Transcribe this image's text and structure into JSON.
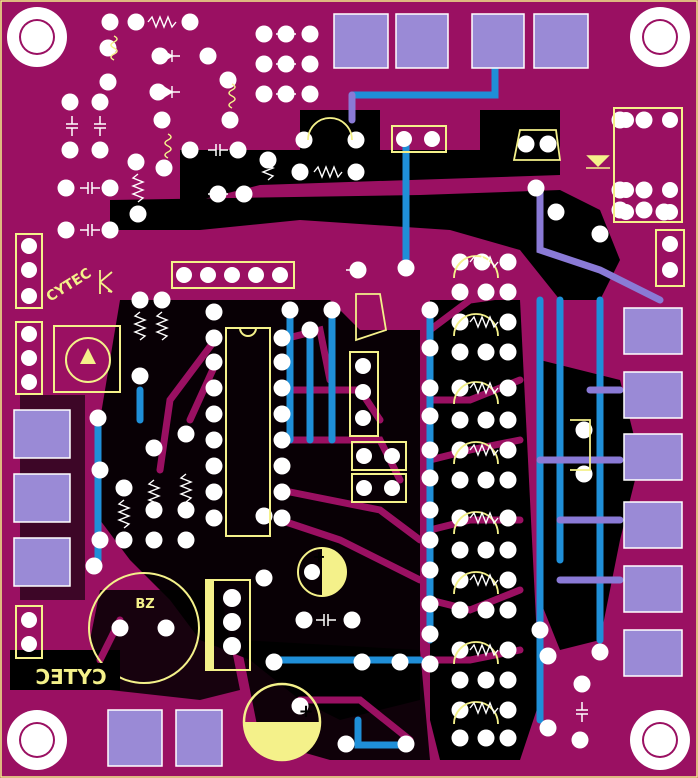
{
  "board": {
    "substrate_color": "#9a1062",
    "copper_color": "#000000",
    "blue_trace_color": "#1f8fd8",
    "purple_trace_color": "#8a7ad6",
    "silk_color": "#f4f18a",
    "pad_color": "#ffffff",
    "smd_pad_color": "#9a8ad6"
  },
  "silkscreen": {
    "brand_top": "CYTEC",
    "brand_bottom": "CYTEC",
    "buzzer_label": "BZ",
    "plus_sign": "+"
  }
}
